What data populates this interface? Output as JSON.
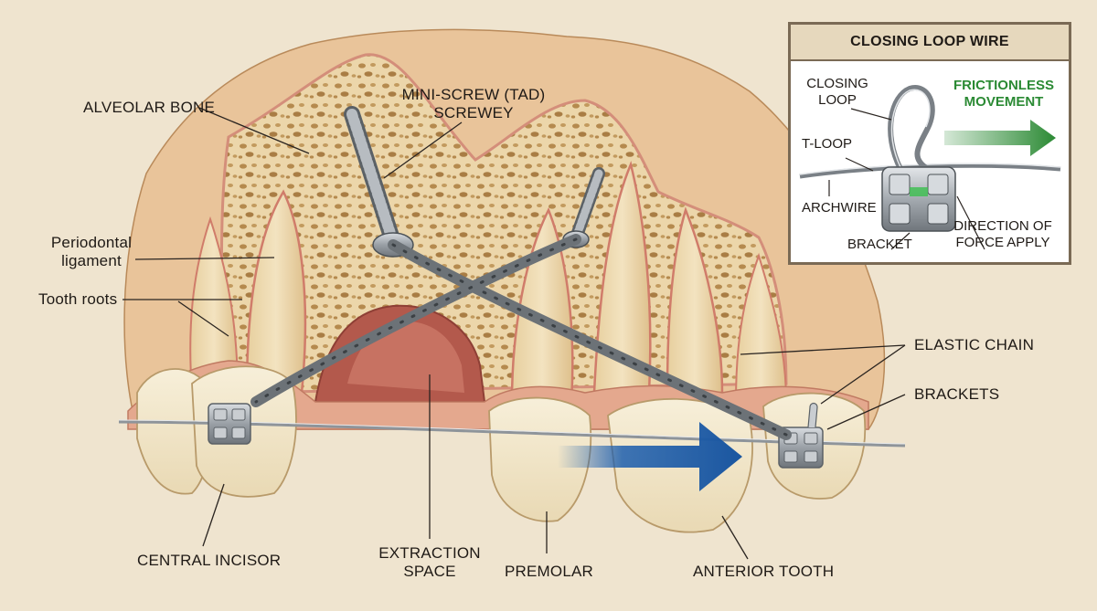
{
  "labels": {
    "alveolar_bone": "ALVEOLAR BONE",
    "mini_screw_line1": "MINI-SCREW (TAD)",
    "mini_screw_line2": "SCREWEY",
    "periodontal_line1": "Periodontal",
    "periodontal_line2": "ligament",
    "tooth_roots": "Tooth roots",
    "elastic_chain": "ELASTIC CHAIN",
    "brackets": "BRACKETS",
    "central_incisor": "CENTRAL INCISOR",
    "extraction_line1": "EXTRACTION",
    "extraction_line2": "SPACE",
    "premolar": "PREMOLAR",
    "anterior_tooth": "ANTERIOR TOOTH"
  },
  "inset": {
    "title": "CLOSING LOOP WIRE",
    "closing_loop_line1": "CLOSING",
    "closing_loop_line2": "LOOP",
    "frictionless_line1": "FRICTIONLESS",
    "frictionless_line2": "MOVEMENT",
    "t_loop": "T-LOOP",
    "archwire": "ARCHWIRE",
    "bracket": "BRACKET",
    "direction_line1": "DIRECTION OF",
    "direction_line2": "FORCE APPLY"
  },
  "colors": {
    "background": "#efe4cf",
    "bone": "#ead2a6",
    "gum": "#e8b89a",
    "tooth": "#f4ead2",
    "metal": "#9aa0a6",
    "arrow_blue": "#1e5fae",
    "inset_green": "#2b8a34"
  }
}
